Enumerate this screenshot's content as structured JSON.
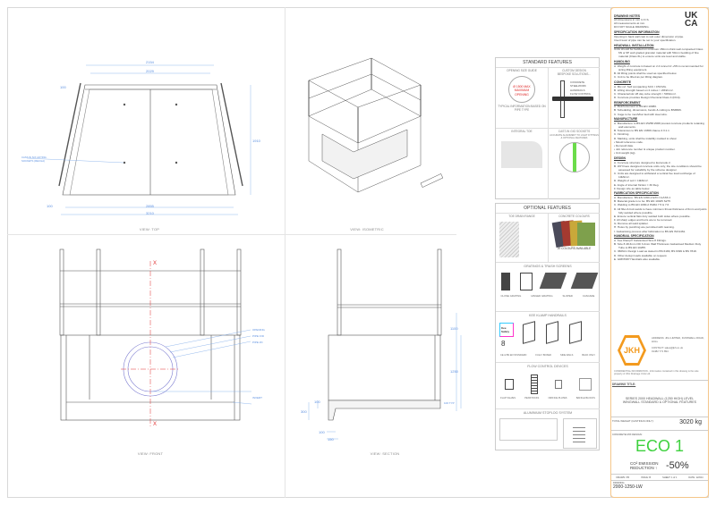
{
  "views": {
    "top": "VIEW: TOP",
    "isometric": "VIEW: ISOMETRIC",
    "front": "VIEW: FRONT",
    "section": "VIEW: SECTION"
  },
  "dims_top": {
    "d1": "2154",
    "d2": "2029",
    "d3": "100",
    "d4": "1910",
    "d5": "2855",
    "d6": "100",
    "d7": "3210",
    "lifting": "CAST-IN SIX LIFTING SOCKETS (RECILA)"
  },
  "dims_front": {
    "opening": "OPENING",
    "pipe_od": "PIPE O/D",
    "pipe_id": "PIPE I/D",
    "invert": "INVERT",
    "section_mark": "X"
  },
  "dims_section": {
    "h1": "1100",
    "h2": "1250",
    "t1": "100",
    "t2": "300",
    "t3": "100",
    "t4": "150",
    "typ": "100 TYP"
  },
  "standard": {
    "title": "STANDARD FEATURES",
    "opening_title": "OPENING SIZE GUIDE",
    "opening_circle": "Ø 1500 MAX MAXIMUM OPENING",
    "opening_note": "TYPICAL INFORMATION BASED ON PIPE TYPE",
    "custom_title": "CUSTOM DESIGN",
    "custom_sub": "BESPOKE SOLUTIONS...",
    "custom_items": [
      "CONCRETE",
      "STEELWORK",
      "HANDRAILS",
      "FLOW CONTROL"
    ],
    "toe_title": "INTEGRAL TOE",
    "sockets_title": "CAST-IN GIG SOCKETS",
    "sockets_sub": "ACCURATE ALIGNMENT TO LIGHT FITTINGS & OPTIONAL FEATURES"
  },
  "optional": {
    "title": "OPTIONAL FEATURES",
    "toe_drain": "TOE DRAIN RANGE",
    "colour": "CONCRETE COLOURS",
    "colour_note": "20 COLOURS AVAILABLE",
    "gratings_title": "GRATINGS & TRASH SCREENS",
    "gratings_items": [
      "CLOSE GRATING",
      "HINGED GRATING",
      "SLOPED",
      "CASCADE"
    ],
    "handrail_title": "KEE KLAMP HANDRAILS",
    "handrail_items": [
      "CE & BS EN STANDARD",
      "FULLY BOXED",
      "SIDE RAILS",
      "BACK ONLY"
    ],
    "handrail_badge": "Kee Safety",
    "handrail_num": "8",
    "flow_title": "FLOW CONTROL DEVICES",
    "flow_items": [
      "FLAP VALVES",
      "PENSTOCKS",
      "ORIFICE PLATES",
      "BAFFLE BLOCKS"
    ],
    "stoplog_title": "ALUMINIUM STOPLOG SYSTEM"
  },
  "notes": [
    {
      "h": "DRAWING NOTES",
      "items": [
        "All dimensions in mm U.O.S.",
        "All measurements at mm.",
        "DO NOT SCALE DRAWING."
      ]
    },
    {
      "h": "SPECIFICATION INFORMATION",
      "items": [
        "Opening in back wall cast to suit outer dimension of pipe.",
        "Invert level of pipe can be set to your specification."
      ]
    },
    {
      "h": "HEADWALL INSTALLATION",
      "items": [
        "Units should be bedded on minimum 150mm thick well compacted Class 6N or 6P well graded granular material with 50mm bedding of fine material (Class 6L) to ensure units are level and stable."
      ]
    },
    {
      "h": "HANDLING",
      "items": [
        "A. Weight of concrete is based on 2.4 tonne/m³ +5% is recommended for sizing lifting equipment.",
        "B. All lifting points shall be used as specified below.",
        "C. Unit to be lifted as per lifting diagram."
      ]
    },
    {
      "h": "CONCRETE",
      "items": [
        "A. Mix ref: Self compacting SCC / C50 Mix.",
        "B. Lifting strength based on 2 cubes > 20N/mm².",
        "C. Characteristic 28 day cube strength > 50N/mm².",
        "D. Concrete provides Design Chemical Class 4 (DC4)."
      ]
    },
    {
      "h": "REINFORCEMENT",
      "items": [
        "A. Reinforcement to BS EN 10080.",
        "B. Scheduling, dimensions, bends & cutting to BS8666.",
        "C. Cage to be mesh/bar tied with steel wire."
      ]
    },
    {
      "h": "MANUFACTURE",
      "items": [
        "A. Manufacture to BS EN 15258:2008 precast concrete products retaining wall elements.",
        "B. Tolerances to BS EN 13369 clause 4.3.1.1",
        "C. Finishing.",
        "D. Marking, units shall be indelibly marked to show:",
        "• Mould reference code.",
        "• Demould date.",
        "• Job reference number & unique product number.",
        "• Unit weight (kg)."
      ]
    },
    {
      "h": "DESIGN",
      "items": [
        "A. Concrete structure designed to Eurocode 2.",
        "B. JKH have designed concrete units only, the site conditions should be assessed for suitability by the scheme designer.",
        "C. Units are designed to withstand a vertical live load surcharge of 10kN/m².",
        "D. Weight of soil = 19kN/m³.",
        "E. Angle of internal friction = 30 Deg.",
        "F. Design Life as table below."
      ]
    },
    {
      "h": "FABRICATION SPECIFICATION",
      "items": [
        "A. Manufacture: BS EN 1090-2 EXC CLASS 1",
        "B. Material grade is to be: BS EN 10025 S275",
        "C. Welding to BS EN 1090-2 PARA 7.5 & 7.6",
        "D. All fillet & butt welds to have minimum throat thickness of 6mm and joints fully welded where possible.",
        "E. Ensure vertical flats truly welded both sides where possible.",
        "F. All sharp edges and burrs are to be removed.",
        "G. Remove all weld splatter.",
        "H. Holes by punching are permitted with reaming.",
        "I. Galvanising process after fabrication to BS EN ISO1461."
      ]
    },
    {
      "h": "HANDRAIL SPECIFICATION",
      "items": [
        "A. Kee Klamp® Galvanised Size 8 Fittings.",
        "B. Size 8 48.3mm OD 3.2mm Wall Thickness Galvanised Medium Duty Tube to BS EN 10255.",
        "C. 360N/m Design Load as stated in BS 6180, BS 6399 & BS 7818.",
        "D. Other design loads available on request.",
        "E. GRP/FRP Handrails also available."
      ]
    }
  ],
  "company": {
    "logo": "JKH",
    "address_label": "ADDRESS:",
    "address": "JKH LIMITED, DUNSWELL ROAD, HULL",
    "contact_label": "CONTACT:",
    "email": "sales@jkh.co.uk",
    "tel": "01482 771 894",
    "confidential": "CONFIDENTIAL INFORMATION - Information contained in this drawing is the sole property of JKH Drainage Units Ltd."
  },
  "title_block": {
    "drawing_title_label": "DRAWING TITLE:",
    "title": "SERIES 2000 HEADWALL (1250 HIGH) LEVEL WINGWALL STANDARD & OPTIONAL FEATURES",
    "weight_label": "TOTAL WEIGHT (CASTINGS ONLY):",
    "weight": "3020 kg",
    "mix_label": "CONCRETE MIX DESIGN:",
    "eco": "ECO 1",
    "emission_line1": "CO² EMISSION",
    "emission_line2": "REDUCTION",
    "emission_value": "-50%",
    "drawn": "DRAWN: PR",
    "issue": "ISSUE: B",
    "sheet": "SHEET: 1 of 1",
    "date": "DATE: 12/024",
    "drawing_label": "DRAWING:",
    "drawing_no": "2000-1250-LW"
  },
  "ukca": "UK CA",
  "colors": {
    "dimension": "#5a8fe0",
    "centerline": "#e03030",
    "accent": "#f39a1e",
    "eco_green": "#3ed13e"
  }
}
